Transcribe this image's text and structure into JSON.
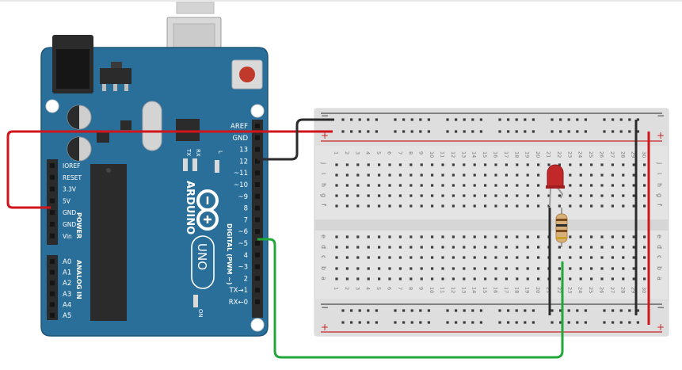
{
  "arduino": {
    "brand": "ARDUINO",
    "model": "UNO",
    "digital_label": "DIGITAL (PWM ~)",
    "power_label": "POWER",
    "analog_label": "ANALOG IN",
    "on_label": "ON",
    "l_label": "L",
    "tx_label": "TX",
    "rx_label": "RX",
    "digital_pins": [
      "AREF",
      "GND",
      "13",
      "12",
      "~11",
      "~10",
      "~9",
      "8",
      "7",
      "~6",
      "~5",
      "4",
      "~3",
      "2",
      "TX→1",
      "RX←0"
    ],
    "power_pins": [
      "IOREF",
      "RESET",
      "3.3V",
      "5V",
      "GND",
      "GND",
      "Vin"
    ],
    "analog_pins": [
      "A0",
      "A1",
      "A2",
      "A3",
      "A4",
      "A5"
    ],
    "board_color": "#2a6f9a"
  },
  "breadboard": {
    "columns": [
      "1",
      "2",
      "3",
      "4",
      "5",
      "6",
      "7",
      "8",
      "9",
      "10",
      "11",
      "12",
      "13",
      "14",
      "15",
      "16",
      "17",
      "18",
      "19",
      "20",
      "21",
      "22",
      "23",
      "24",
      "25",
      "26",
      "27",
      "28",
      "29",
      "30"
    ],
    "rows_top": [
      "j",
      "i",
      "h",
      "g",
      "f"
    ],
    "rows_bottom": [
      "e",
      "d",
      "c",
      "b",
      "a"
    ],
    "rail_minus": "−",
    "rail_plus": "+"
  },
  "components": {
    "led_color": "#c0282a",
    "resistor_color": "#d8b07a"
  },
  "wires": {
    "power_color": "#d0161b",
    "ground_color": "#2b2b2b",
    "signal_color": "#22a83a"
  }
}
